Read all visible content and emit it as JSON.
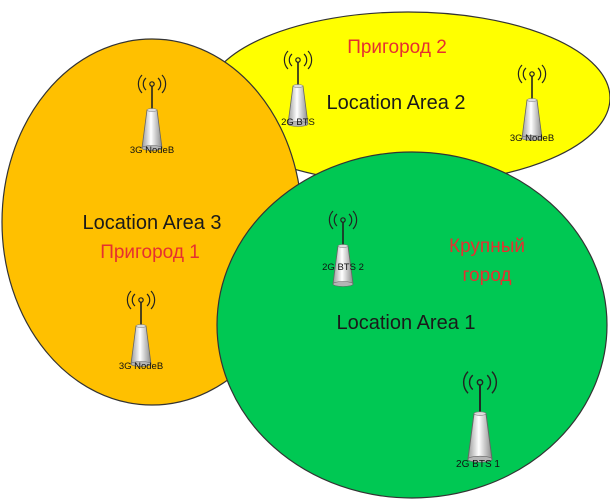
{
  "colors": {
    "area1": "#00C853",
    "area2": "#FFFF00",
    "area3": "#FFC000",
    "outline": "#333333",
    "region_text": "#E53030",
    "dark_text": "#1a1a1a"
  },
  "areas": {
    "area1": {
      "label": "Location Area 1",
      "region_line1": "Крупный",
      "region_line2": "город"
    },
    "area2": {
      "label": "Location Area 2",
      "region": "Пригород 2"
    },
    "area3": {
      "label": "Location Area 3",
      "region": "Пригород 1"
    }
  },
  "towers": {
    "a3_top": {
      "label": "3G NodeB",
      "icon": "antenna-tower-icon"
    },
    "a3_bottom": {
      "label": "3G NodeB",
      "icon": "antenna-tower-icon"
    },
    "a2_left": {
      "label": "2G BTS",
      "icon": "antenna-tower-icon"
    },
    "a2_right": {
      "label": "3G NodeB",
      "icon": "antenna-tower-icon"
    },
    "a1_top": {
      "label": "2G BTS 2",
      "icon": "antenna-tower-icon"
    },
    "a1_bottom": {
      "label": "2G BTS 1",
      "icon": "antenna-tower-icon"
    }
  }
}
